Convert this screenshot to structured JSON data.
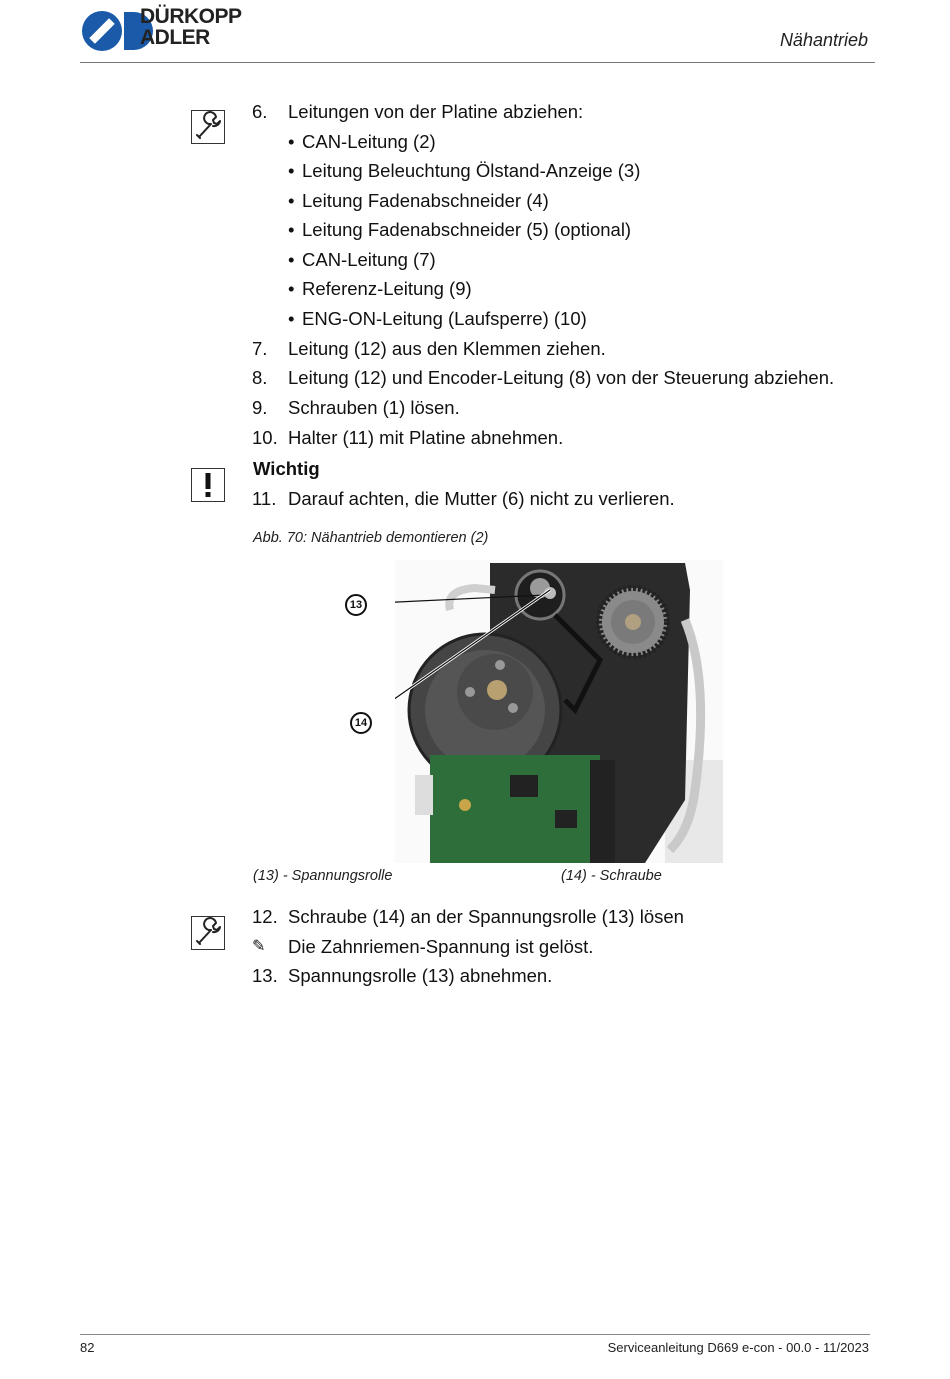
{
  "header": {
    "logo_line1": "DÜRKOPP",
    "logo_line2": "ADLER",
    "section_title": "Nähantrieb"
  },
  "steps_a": {
    "step6_num": "6.",
    "step6_text": "Leitungen von der Platine abziehen:",
    "bullets": [
      "CAN-Leitung (2)",
      "Leitung Beleuchtung Ölstand-Anzeige (3)",
      "Leitung Fadenabschneider (4)",
      "Leitung Fadenabschneider (5) (optional)",
      "CAN-Leitung (7)",
      "Referenz-Leitung (9)",
      "ENG-ON-Leitung (Laufsperre) (10)"
    ],
    "bullet_char": "•",
    "step7_num": "7.",
    "step7_text": "Leitung (12) aus den Klemmen ziehen.",
    "step8_num": "8.",
    "step8_text": "Leitung (12) und Encoder-Leitung (8) von der Steuerung abziehen.",
    "step9_num": "9.",
    "step9_text": "Schrauben (1) lösen.",
    "step10_num": "10.",
    "step10_text": "Halter (11) mit Platine abnehmen."
  },
  "important": {
    "heading": "Wichtig",
    "step11_num": "11.",
    "step11_text": "Darauf achten, die Mutter (6) nicht zu verlieren."
  },
  "figure": {
    "caption": "Abb. 70: Nähantrieb demontieren (2)",
    "callout_13": "13",
    "callout_14": "14",
    "legend": [
      {
        "num": "(13)",
        "label": "- Spannungsrolle"
      },
      {
        "num": "(14)",
        "label": "- Schraube"
      }
    ]
  },
  "steps_b": {
    "step12_num": "12.",
    "step12_text": "Schraube (14) an der Spannungsrolle (13) lösen",
    "result_symbol": "✎",
    "result_text": "Die Zahnriemen-Spannung ist gelöst.",
    "step13_num": "13.",
    "step13_text": "Spannungsrolle (13) abnehmen."
  },
  "footer": {
    "page": "82",
    "doc": "Serviceanleitung D669 e-con - 00.0 - 11/2023"
  },
  "colors": {
    "logo_blue": "#1a5aa8",
    "rule": "#777777"
  }
}
